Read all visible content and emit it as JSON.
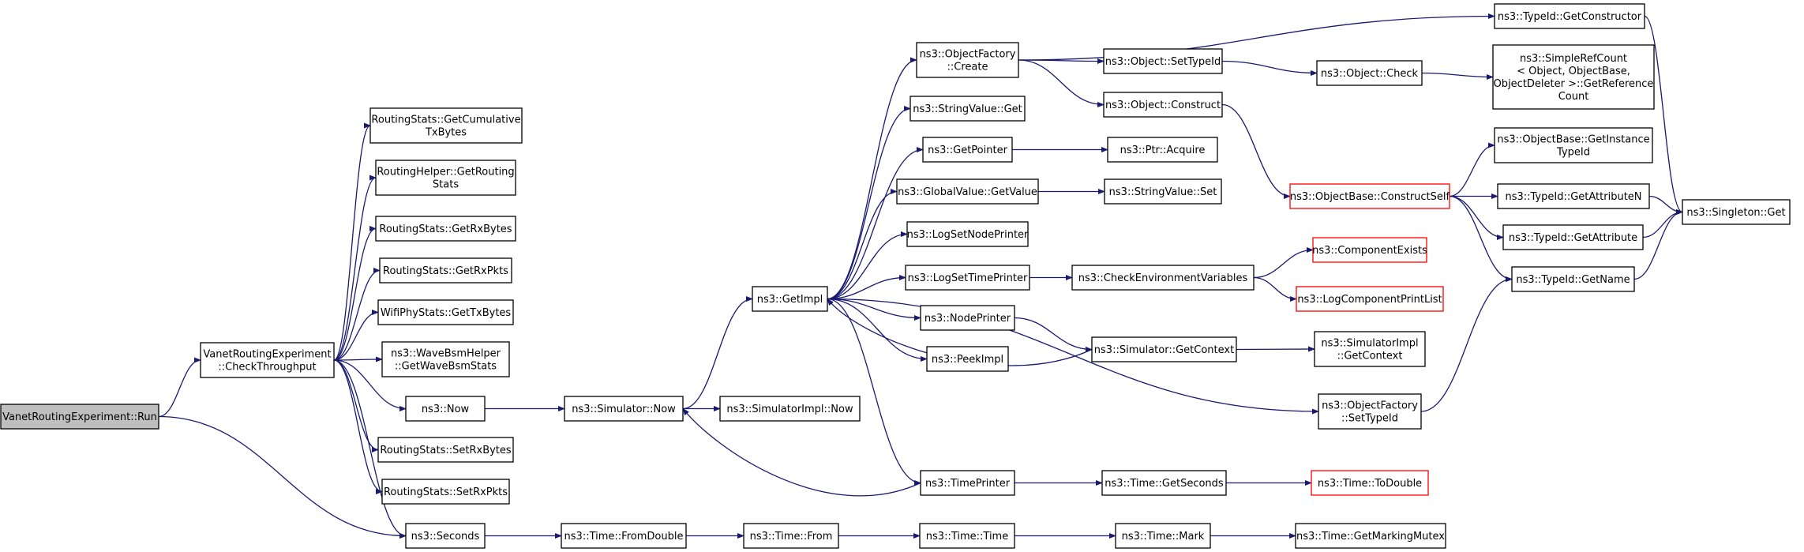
{
  "colors": {
    "edge": "#191970",
    "border_normal": "#000000",
    "border_truncated": "#ff0000",
    "fill_normal": "#ffffff",
    "fill_root": "#bfbfbf"
  },
  "nodes": [
    {
      "id": "run",
      "lines": [
        "VanetRoutingExperiment::Run"
      ],
      "style": "root"
    },
    {
      "id": "checkThroughput",
      "lines": [
        "VanetRoutingExperiment",
        "::CheckThroughput"
      ],
      "style": "normal"
    },
    {
      "id": "getCumTx",
      "lines": [
        "RoutingStats::GetCumulative",
        "TxBytes"
      ],
      "style": "normal"
    },
    {
      "id": "getRoutingStats",
      "lines": [
        "RoutingHelper::GetRouting",
        "Stats"
      ],
      "style": "normal"
    },
    {
      "id": "getRxBytes",
      "lines": [
        "RoutingStats::GetRxBytes"
      ],
      "style": "normal"
    },
    {
      "id": "getRxPkts",
      "lines": [
        "RoutingStats::GetRxPkts"
      ],
      "style": "normal"
    },
    {
      "id": "wifiTx",
      "lines": [
        "WifiPhyStats::GetTxBytes"
      ],
      "style": "normal"
    },
    {
      "id": "waveBsm",
      "lines": [
        "ns3::WaveBsmHelper",
        "::GetWaveBsmStats"
      ],
      "style": "normal"
    },
    {
      "id": "now",
      "lines": [
        "ns3::Now"
      ],
      "style": "normal"
    },
    {
      "id": "setRxBytes",
      "lines": [
        "RoutingStats::SetRxBytes"
      ],
      "style": "normal"
    },
    {
      "id": "setRxPkts",
      "lines": [
        "RoutingStats::SetRxPkts"
      ],
      "style": "normal"
    },
    {
      "id": "seconds",
      "lines": [
        "ns3::Seconds"
      ],
      "style": "normal"
    },
    {
      "id": "simNow",
      "lines": [
        "ns3::Simulator::Now"
      ],
      "style": "normal"
    },
    {
      "id": "simImplNow",
      "lines": [
        "ns3::SimulatorImpl::Now"
      ],
      "style": "normal"
    },
    {
      "id": "getImpl",
      "lines": [
        "ns3::GetImpl"
      ],
      "style": "normal"
    },
    {
      "id": "fromDouble",
      "lines": [
        "ns3::Time::FromDouble"
      ],
      "style": "normal"
    },
    {
      "id": "timeFrom",
      "lines": [
        "ns3::Time::From"
      ],
      "style": "normal"
    },
    {
      "id": "timeTime",
      "lines": [
        "ns3::Time::Time"
      ],
      "style": "normal"
    },
    {
      "id": "timeMark",
      "lines": [
        "ns3::Time::Mark"
      ],
      "style": "normal"
    },
    {
      "id": "getMarkingMutex",
      "lines": [
        "ns3::Time::GetMarkingMutex"
      ],
      "style": "normal"
    },
    {
      "id": "objFactoryCreate",
      "lines": [
        "ns3::ObjectFactory",
        "::Create"
      ],
      "style": "normal"
    },
    {
      "id": "stringValueGet",
      "lines": [
        "ns3::StringValue::Get"
      ],
      "style": "normal"
    },
    {
      "id": "getPointer",
      "lines": [
        "ns3::GetPointer"
      ],
      "style": "normal"
    },
    {
      "id": "globalValueGet",
      "lines": [
        "ns3::GlobalValue::GetValue"
      ],
      "style": "normal"
    },
    {
      "id": "logSetNodePrinter",
      "lines": [
        "ns3::LogSetNodePrinter"
      ],
      "style": "normal"
    },
    {
      "id": "logSetTimePrinter",
      "lines": [
        "ns3::LogSetTimePrinter"
      ],
      "style": "normal"
    },
    {
      "id": "nodePrinter",
      "lines": [
        "ns3::NodePrinter"
      ],
      "style": "normal"
    },
    {
      "id": "peekImpl",
      "lines": [
        "ns3::PeekImpl"
      ],
      "style": "normal"
    },
    {
      "id": "timePrinter",
      "lines": [
        "ns3::TimePrinter"
      ],
      "style": "normal"
    },
    {
      "id": "objSetTypeId",
      "lines": [
        "ns3::Object::SetTypeId"
      ],
      "style": "normal"
    },
    {
      "id": "objConstruct",
      "lines": [
        "ns3::Object::Construct"
      ],
      "style": "normal"
    },
    {
      "id": "ptrAcquire",
      "lines": [
        "ns3::Ptr::Acquire"
      ],
      "style": "normal"
    },
    {
      "id": "stringValueSet",
      "lines": [
        "ns3::StringValue::Set"
      ],
      "style": "normal"
    },
    {
      "id": "checkEnvVars",
      "lines": [
        "ns3::CheckEnvironmentVariables"
      ],
      "style": "normal"
    },
    {
      "id": "simGetContext",
      "lines": [
        "ns3::Simulator::GetContext"
      ],
      "style": "normal"
    },
    {
      "id": "objFactorySetTypeId",
      "lines": [
        "ns3::ObjectFactory",
        "::SetTypeId"
      ],
      "style": "normal"
    },
    {
      "id": "timeGetSeconds",
      "lines": [
        "ns3::Time::GetSeconds"
      ],
      "style": "normal"
    },
    {
      "id": "typeIdGetConstructor",
      "lines": [
        "ns3::TypeId::GetConstructor"
      ],
      "style": "normal"
    },
    {
      "id": "objCheck",
      "lines": [
        "ns3::Object::Check"
      ],
      "style": "normal"
    },
    {
      "id": "constructSelf",
      "lines": [
        "ns3::ObjectBase::ConstructSelf"
      ],
      "style": "truncated"
    },
    {
      "id": "componentExists",
      "lines": [
        "ns3::ComponentExists"
      ],
      "style": "truncated"
    },
    {
      "id": "logComponentPrintList",
      "lines": [
        "ns3::LogComponentPrintList"
      ],
      "style": "truncated"
    },
    {
      "id": "simImplGetContext",
      "lines": [
        "ns3::SimulatorImpl",
        "::GetContext"
      ],
      "style": "normal"
    },
    {
      "id": "toDouble",
      "lines": [
        "ns3::Time::ToDouble"
      ],
      "style": "truncated"
    },
    {
      "id": "simpleRefCount",
      "lines": [
        "ns3::SimpleRefCount",
        "< Object, ObjectBase,",
        "ObjectDeleter >::GetReference",
        "Count"
      ],
      "style": "normal"
    },
    {
      "id": "getInstanceTypeId",
      "lines": [
        "ns3::ObjectBase::GetInstance",
        "TypeId"
      ],
      "style": "normal"
    },
    {
      "id": "getAttributeN",
      "lines": [
        "ns3::TypeId::GetAttributeN"
      ],
      "style": "normal"
    },
    {
      "id": "getAttribute",
      "lines": [
        "ns3::TypeId::GetAttribute"
      ],
      "style": "normal"
    },
    {
      "id": "typeIdGetName",
      "lines": [
        "ns3::TypeId::GetName"
      ],
      "style": "normal"
    },
    {
      "id": "singletonGet",
      "lines": [
        "ns3::Singleton::Get"
      ],
      "style": "normal"
    }
  ],
  "edges": [
    [
      "run",
      "checkThroughput"
    ],
    [
      "run",
      "seconds"
    ],
    [
      "checkThroughput",
      "getCumTx"
    ],
    [
      "checkThroughput",
      "getRoutingStats"
    ],
    [
      "checkThroughput",
      "getRxBytes"
    ],
    [
      "checkThroughput",
      "getRxPkts"
    ],
    [
      "checkThroughput",
      "wifiTx"
    ],
    [
      "checkThroughput",
      "waveBsm"
    ],
    [
      "checkThroughput",
      "now"
    ],
    [
      "checkThroughput",
      "setRxBytes"
    ],
    [
      "checkThroughput",
      "setRxPkts"
    ],
    [
      "checkThroughput",
      "seconds"
    ],
    [
      "now",
      "simNow"
    ],
    [
      "simNow",
      "simImplNow"
    ],
    [
      "simNow",
      "getImpl"
    ],
    [
      "seconds",
      "fromDouble"
    ],
    [
      "fromDouble",
      "timeFrom"
    ],
    [
      "timeFrom",
      "timeTime"
    ],
    [
      "timeTime",
      "timeMark"
    ],
    [
      "timeMark",
      "getMarkingMutex"
    ],
    [
      "getImpl",
      "objFactoryCreate"
    ],
    [
      "getImpl",
      "stringValueGet"
    ],
    [
      "getImpl",
      "getPointer"
    ],
    [
      "getImpl",
      "globalValueGet"
    ],
    [
      "getImpl",
      "logSetNodePrinter"
    ],
    [
      "getImpl",
      "logSetTimePrinter"
    ],
    [
      "getImpl",
      "nodePrinter"
    ],
    [
      "getImpl",
      "peekImpl"
    ],
    [
      "getImpl",
      "timePrinter"
    ],
    [
      "getImpl",
      "objFactorySetTypeId"
    ],
    [
      "objFactoryCreate",
      "typeIdGetConstructor"
    ],
    [
      "objFactoryCreate",
      "objSetTypeId"
    ],
    [
      "objFactoryCreate",
      "objConstruct"
    ],
    [
      "objSetTypeId",
      "objCheck"
    ],
    [
      "objCheck",
      "simpleRefCount"
    ],
    [
      "objConstruct",
      "constructSelf"
    ],
    [
      "getPointer",
      "ptrAcquire"
    ],
    [
      "globalValueGet",
      "stringValueSet"
    ],
    [
      "logSetTimePrinter",
      "checkEnvVars"
    ],
    [
      "checkEnvVars",
      "componentExists"
    ],
    [
      "checkEnvVars",
      "logComponentPrintList"
    ],
    [
      "nodePrinter",
      "simGetContext"
    ],
    [
      "simGetContext",
      "simImplGetContext"
    ],
    [
      "simGetContext",
      "getImpl"
    ],
    [
      "timePrinter",
      "simNow"
    ],
    [
      "timePrinter",
      "timeGetSeconds"
    ],
    [
      "timeGetSeconds",
      "toDouble"
    ],
    [
      "objFactorySetTypeId",
      "typeIdGetName"
    ],
    [
      "constructSelf",
      "getInstanceTypeId"
    ],
    [
      "constructSelf",
      "getAttributeN"
    ],
    [
      "constructSelf",
      "getAttribute"
    ],
    [
      "constructSelf",
      "typeIdGetName"
    ],
    [
      "typeIdGetConstructor",
      "singletonGet"
    ],
    [
      "getAttributeN",
      "singletonGet"
    ],
    [
      "getAttribute",
      "singletonGet"
    ],
    [
      "typeIdGetName",
      "singletonGet"
    ]
  ]
}
